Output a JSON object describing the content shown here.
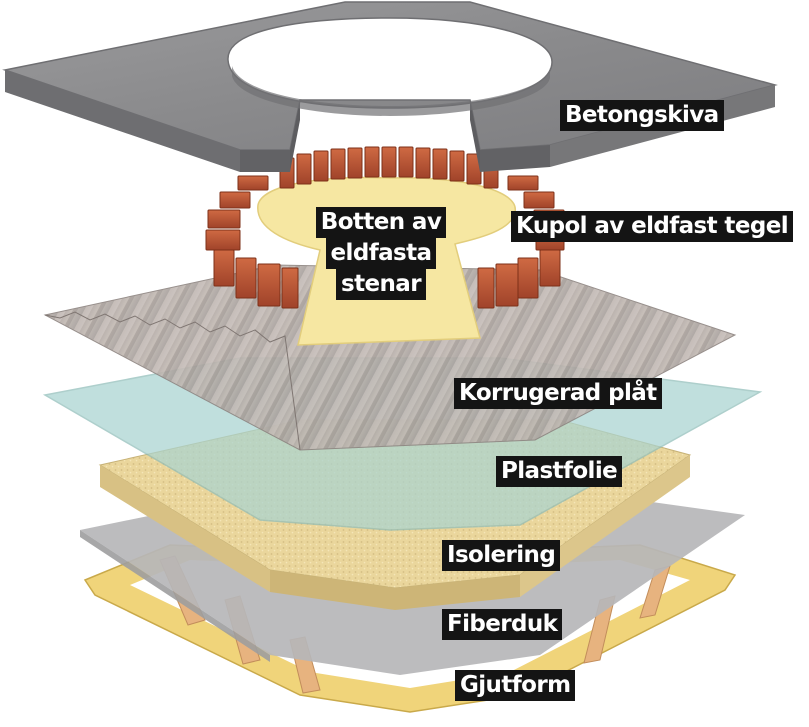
{
  "diagram": {
    "colors": {
      "concrete": "#8f8f91",
      "brick": "#b9532f",
      "stone_floor": "#f6e7a2",
      "corrugated": "#b3aaa5",
      "plastic_film": "#a9d4d0",
      "insulation": "#e8d49a",
      "fiber_cloth": "#b2b2b4",
      "formwork": "#f0d47a",
      "label_bg": "#141414",
      "label_text": "#ffffff"
    },
    "labels": {
      "betongskiva": "Betongskiva",
      "kupol": "Kupol av eldfast tegel",
      "botten": [
        "Botten av",
        "eldfasta",
        "stenar"
      ],
      "korrugerad": "Korrugerad plåt",
      "plastfolie": "Plastfolie",
      "isolering": "Isolering",
      "fiberduk": "Fiberduk",
      "gjutform": "Gjutform"
    }
  }
}
